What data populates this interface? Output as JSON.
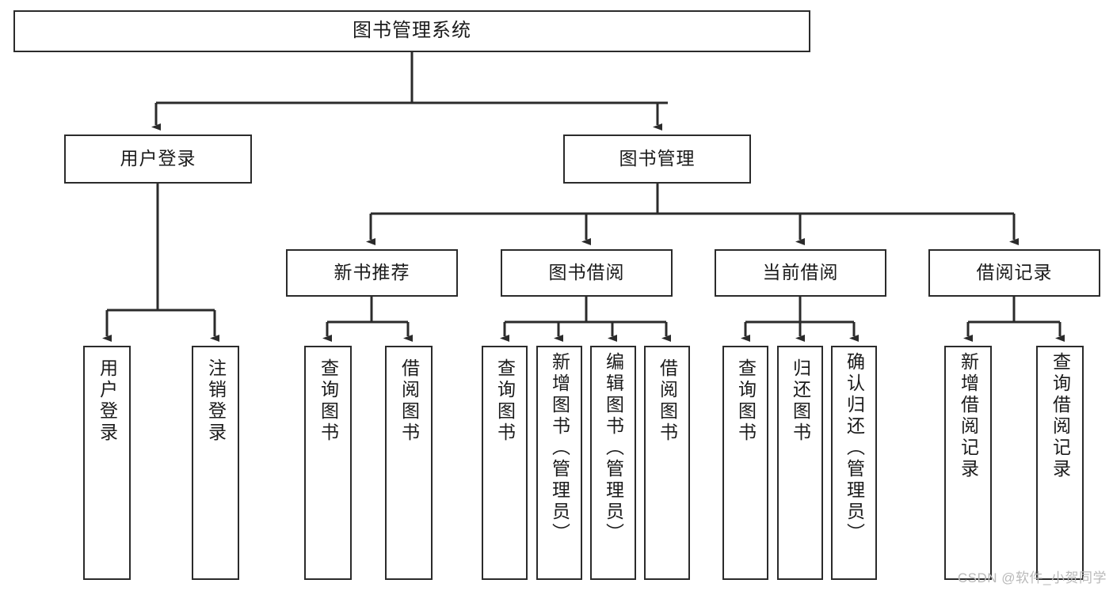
{
  "diagram": {
    "title": "图书管理系统",
    "type": "tree",
    "colors": {
      "border": "#2b2b2b",
      "background": "#ffffff",
      "text": "#1b1b1b",
      "connector": "#2b2b2b",
      "watermark": "#b9b9b9"
    },
    "root": {
      "label": "图书管理系统"
    },
    "level2": [
      {
        "id": "user-login",
        "label": "用户登录"
      },
      {
        "id": "book-manage",
        "label": "图书管理"
      }
    ],
    "level3": [
      {
        "id": "new-book-recommend",
        "label": "新书推荐"
      },
      {
        "id": "book-borrow",
        "label": "图书借阅"
      },
      {
        "id": "current-borrow",
        "label": "当前借阅"
      },
      {
        "id": "borrow-record",
        "label": "借阅记录"
      }
    ],
    "leaves": {
      "user-login": [
        {
          "id": "leaf-user-login",
          "label": "用户登录"
        },
        {
          "id": "leaf-logout",
          "label": "注销登录"
        }
      ],
      "new-book-recommend": [
        {
          "id": "leaf-query-book-1",
          "label": "查询图书"
        },
        {
          "id": "leaf-borrow-book-1",
          "label": "借阅图书"
        }
      ],
      "book-borrow": [
        {
          "id": "leaf-query-book-2",
          "label": "查询图书"
        },
        {
          "id": "leaf-add-book",
          "label": "新增图书（管理员）"
        },
        {
          "id": "leaf-edit-book",
          "label": "编辑图书（管理员）"
        },
        {
          "id": "leaf-borrow-book-2",
          "label": "借阅图书"
        }
      ],
      "current-borrow": [
        {
          "id": "leaf-query-book-3",
          "label": "查询图书"
        },
        {
          "id": "leaf-return-book",
          "label": "归还图书"
        },
        {
          "id": "leaf-confirm-return",
          "label": "确认归还（管理员）"
        }
      ],
      "borrow-record": [
        {
          "id": "leaf-add-record",
          "label": "新增借阅记录"
        },
        {
          "id": "leaf-query-record",
          "label": "查询借阅记录"
        }
      ]
    }
  },
  "watermark": {
    "text": "CSDN @软件_小贺同学"
  }
}
